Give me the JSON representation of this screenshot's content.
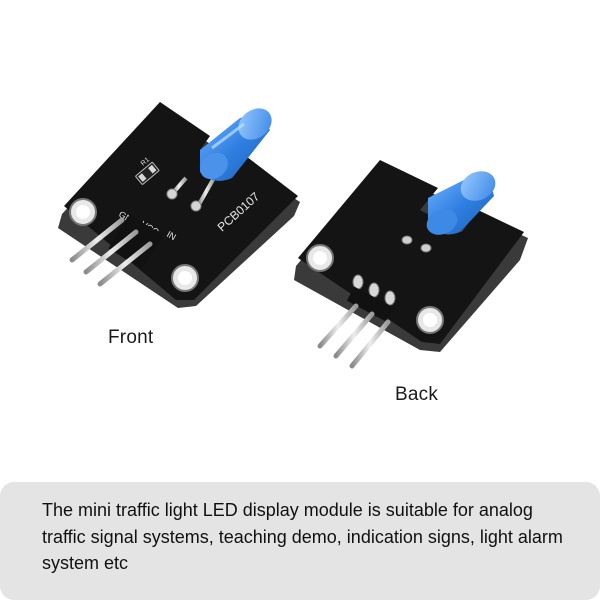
{
  "labels": {
    "front": "Front",
    "back": "Back"
  },
  "silkscreen": {
    "part_number": "PCB0107",
    "pin_gnd": "GND",
    "pin_vcc": "VCC",
    "pin_in": "IN",
    "resistor": "R1"
  },
  "caption": {
    "text": "The mini traffic light LED display module is suitable for analog traffic signal systems, teaching demo, indication signs, light alarm system etc"
  },
  "colors": {
    "pcb": "#141414",
    "led": "#2f7fe0",
    "pins": "#c9c9c9",
    "caption_background": "#e4e4e4"
  }
}
